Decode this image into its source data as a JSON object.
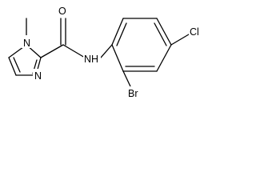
{
  "molecule": {
    "atoms": {
      "oxygen": "O",
      "amide_nitrogen": "NH",
      "ring_nitrogen_methyl": "N",
      "ring_nitrogen": "N",
      "chlorine": "Cl",
      "bromine": "Br"
    }
  }
}
